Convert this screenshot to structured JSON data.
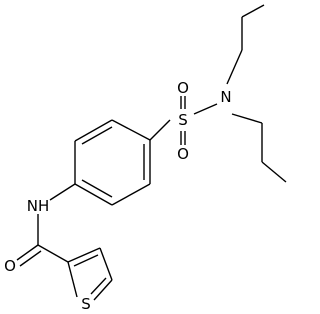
{
  "molecule": {
    "atoms": {
      "sulfonyl_sulfur": "S",
      "sulfonyl_oxygen_top": "O",
      "sulfonyl_oxygen_bottom": "O",
      "sulfonamide_nitrogen": "N",
      "amide_nitrogen": "NH",
      "carbonyl_oxygen": "O",
      "thiophene_sulfur": "S"
    },
    "colors": {
      "bond": "#000000",
      "label": "#000000",
      "background": "#ffffff"
    }
  }
}
